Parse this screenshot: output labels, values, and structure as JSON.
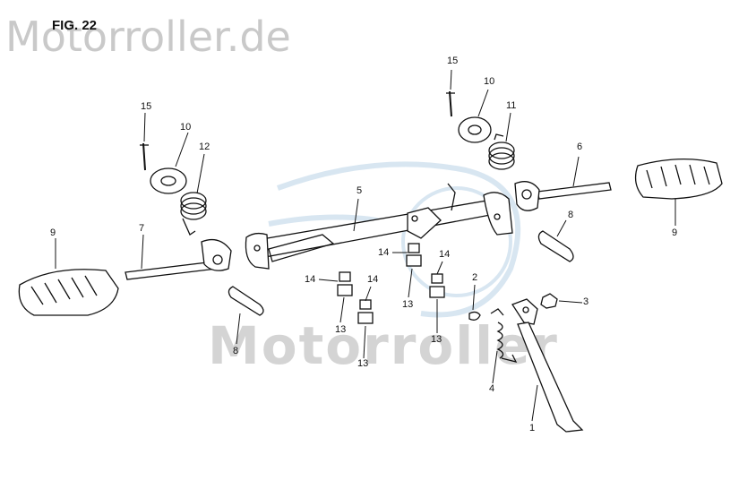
{
  "figure": {
    "title": "FIG. 22"
  },
  "watermark": {
    "top": "Motorroller.de",
    "middle": "Motorroller"
  },
  "callouts": {
    "p1": "1",
    "p2": "2",
    "p3": "3",
    "p4": "4",
    "p5": "5",
    "p6": "6",
    "p7": "7",
    "p8_left": "8",
    "p8_right": "8",
    "p9_left": "9",
    "p9_right": "9",
    "p10_left": "10",
    "p10_right": "10",
    "p11": "11",
    "p12": "12",
    "p13_a": "13",
    "p13_b": "13",
    "p13_c": "13",
    "p13_d": "13",
    "p14_a": "14",
    "p14_b": "14",
    "p14_c": "14",
    "p14_d": "14",
    "p15_left": "15",
    "p15_right": "15"
  }
}
